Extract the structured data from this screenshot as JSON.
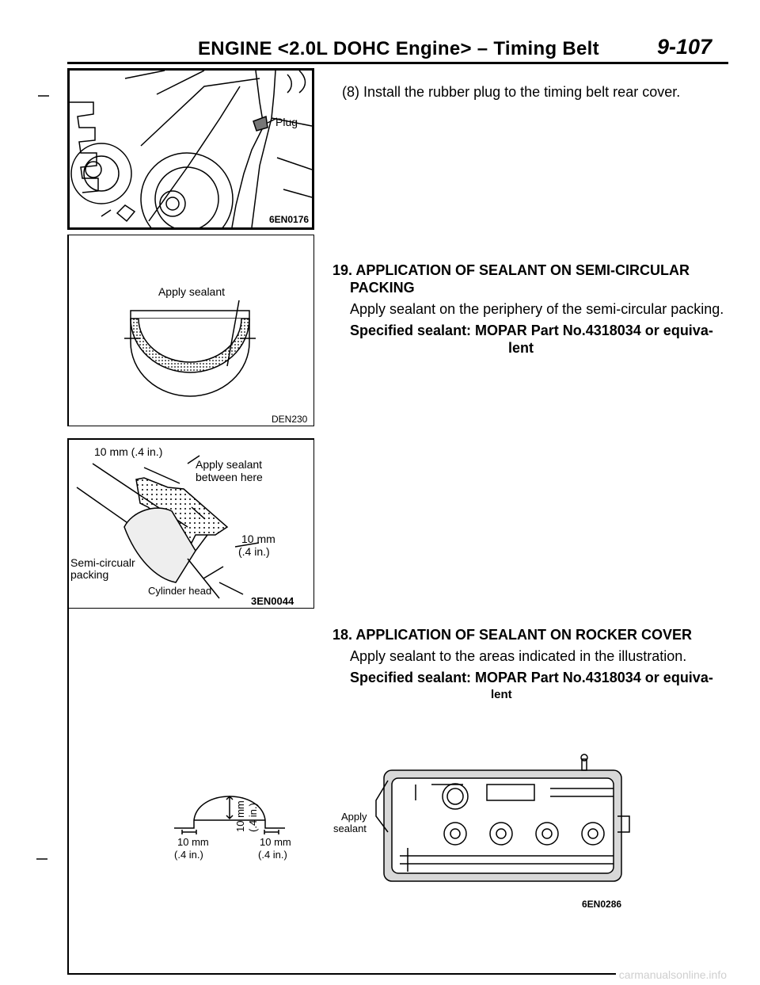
{
  "header": {
    "title": "ENGINE <2.0L DOHC Engine> – Timing Belt",
    "page_number": "9-107"
  },
  "figure_plug": {
    "label_plug": "Plug",
    "figure_code": "6EN0176"
  },
  "figure_semicircular": {
    "label_apply": "Apply sealant",
    "figure_code": "DEN230"
  },
  "figure_cylinder": {
    "label_dim_top": "10 mm (.4 in.)",
    "label_apply_line1": "Apply sealant",
    "label_apply_line2": "between here",
    "label_dim_right_line1": "10 mm",
    "label_dim_right_line2": "(.4 in.)",
    "label_semi_line1": "Semi-circualr",
    "label_semi_line2": "packing",
    "label_cylinder": "Cylinder head",
    "figure_code": "3EN0044"
  },
  "step8": {
    "text": "(8) Install the rubber plug to the timing belt rear cover."
  },
  "step19": {
    "heading_line1": "19. APPLICATION OF SEALANT ON SEMI-CIRCULAR",
    "heading_line2": "PACKING",
    "body": "Apply sealant on the periphery of the semi-circular packing.",
    "sealant_line1": "Specified sealant: MOPAR Part No.4318034 or equiva-",
    "sealant_line2": "lent"
  },
  "step18": {
    "heading": "18. APPLICATION OF SEALANT ON ROCKER COVER",
    "body": "Apply sealant to the areas indicated in the illustration.",
    "sealant_line1": "Specified sealant: MOPAR Part No.4318034 or equiva-",
    "sealant_line2": "lent"
  },
  "figure_rocker": {
    "label_dim_vertical_line1": "10 mm",
    "label_dim_vertical_line2": "(.4 in.)",
    "label_dim_left_line1": "10 mm",
    "label_dim_left_line2": "(.4 in.)",
    "label_dim_right_line1": "10 mm",
    "label_dim_right_line2": "(.4 in.)",
    "label_apply_line1": "Apply",
    "label_apply_line2": "sealant",
    "figure_code": "6EN0286"
  },
  "footer": {
    "watermark": "carmanualsonline.info"
  }
}
